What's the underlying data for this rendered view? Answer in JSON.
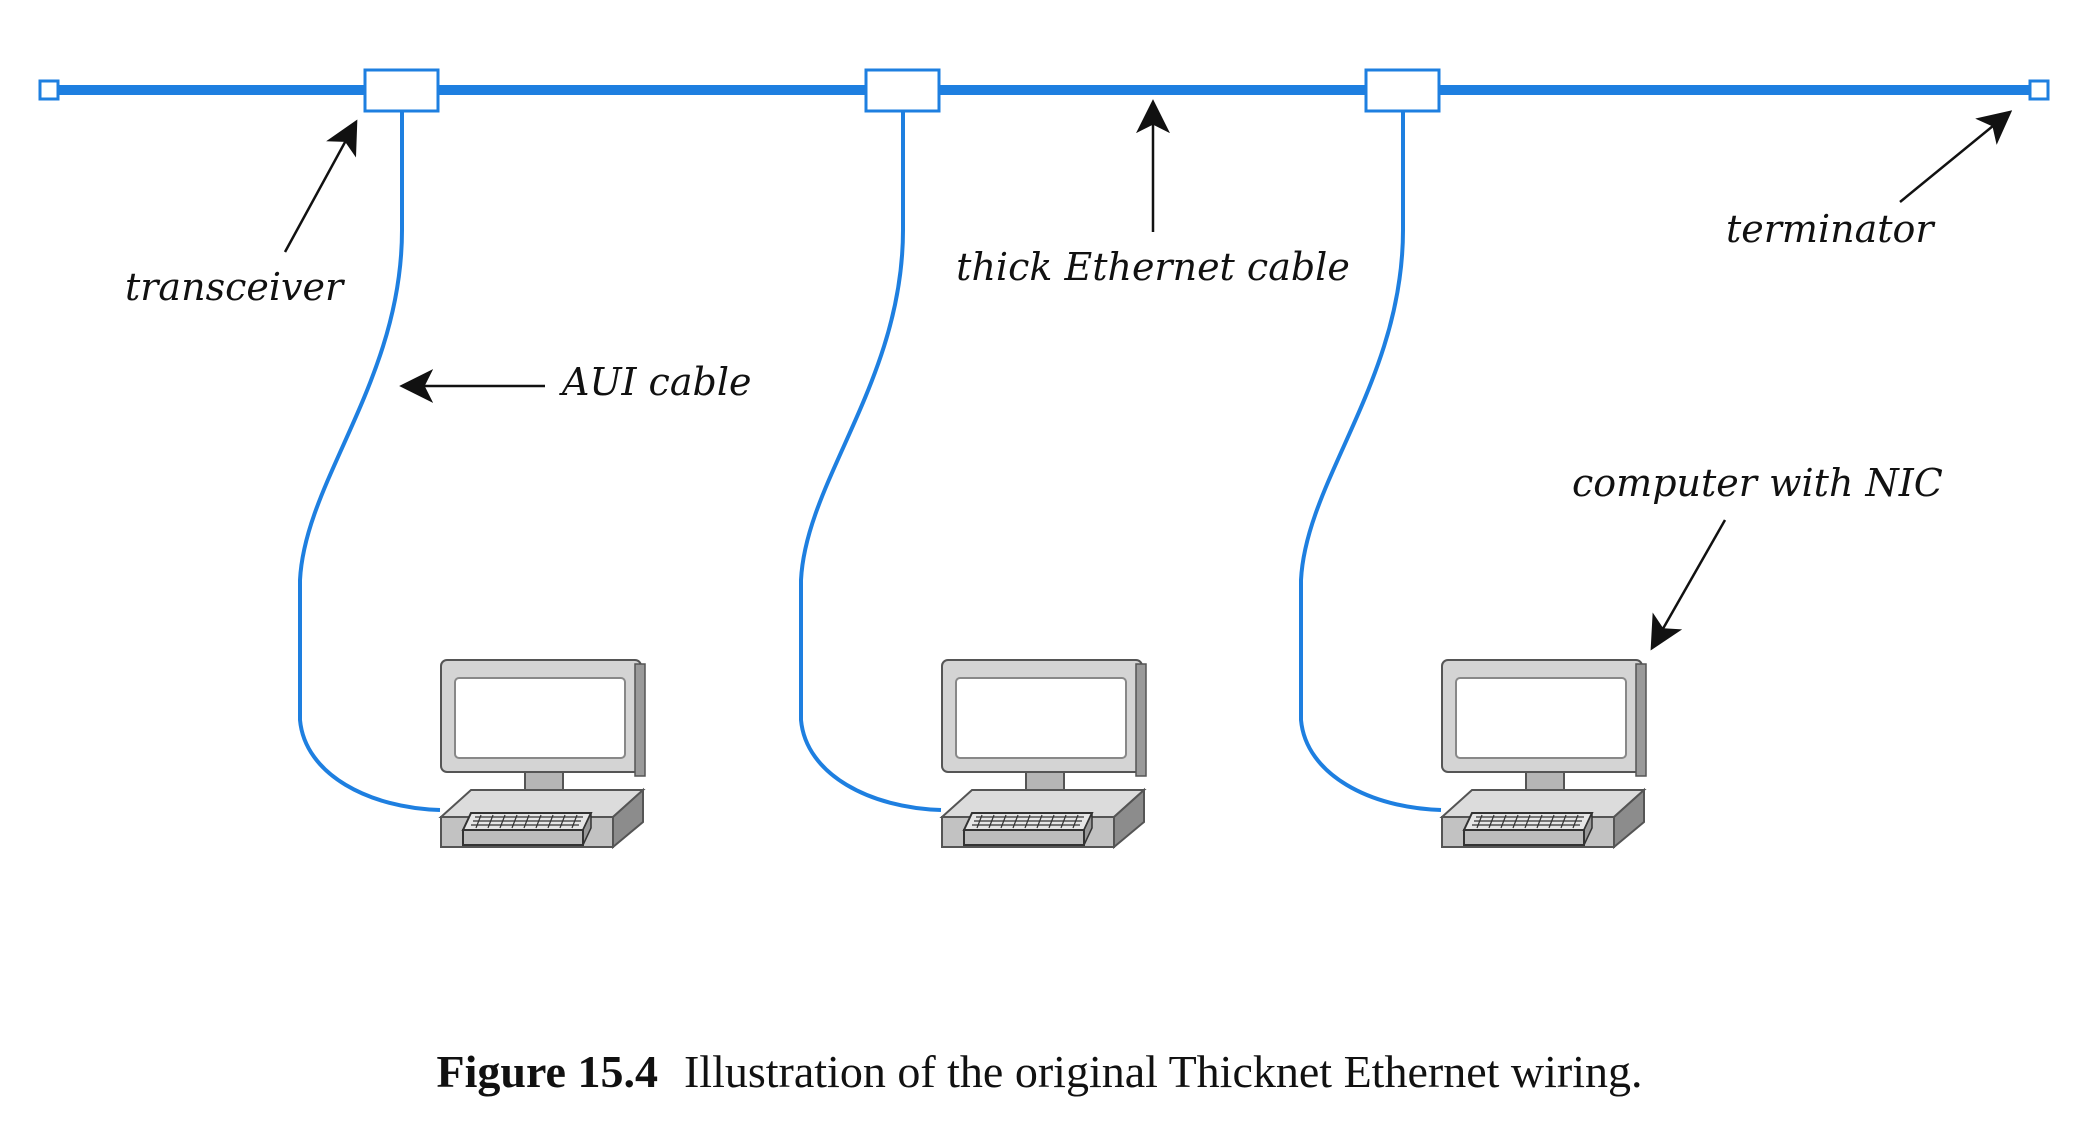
{
  "labels": {
    "transceiver": "transceiver",
    "thick_cable": "thick Ethernet cable",
    "terminator": "terminator",
    "aui_cable": "AUI cable",
    "computer": "computer with NIC"
  },
  "caption": {
    "number": "Figure 15.4",
    "text": "Illustration of the original Thicknet Ethernet wiring."
  },
  "colors": {
    "cable": "#1e7fe0",
    "ink": "#111111",
    "computer_body": "#cfcfcf",
    "computer_dark": "#9a9a9a",
    "screen": "#ffffff"
  },
  "icons": [
    "terminator-icon",
    "transceiver-icon",
    "computer-icon",
    "keyboard-icon",
    "arrow-icon"
  ]
}
